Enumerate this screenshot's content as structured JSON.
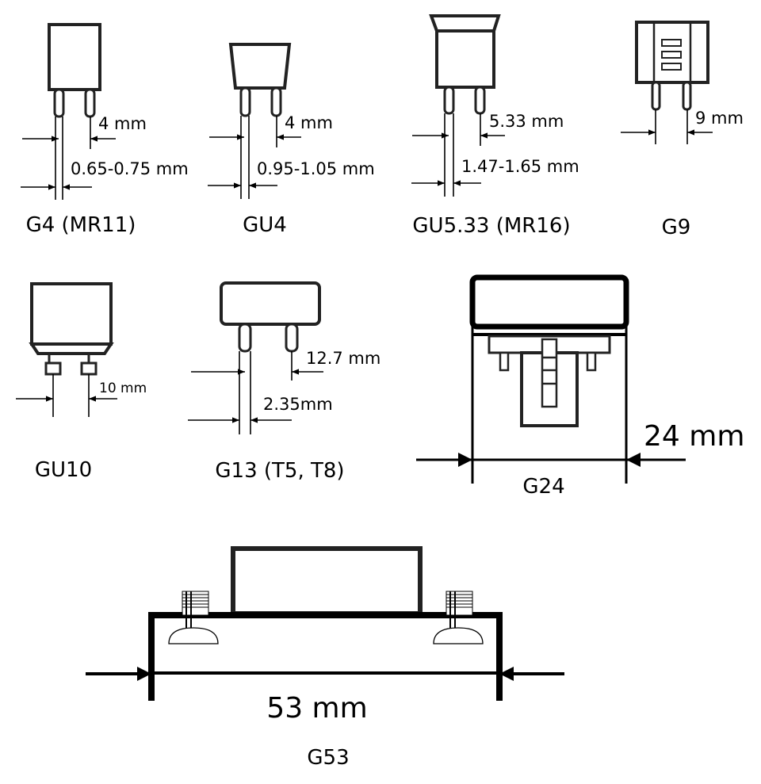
{
  "sockets": {
    "g4": {
      "name": "G4 (MR11)",
      "spacing": "4 mm",
      "pin_diameter": "0.65-0.75 mm"
    },
    "gu4": {
      "name": "GU4",
      "spacing": "4 mm",
      "pin_diameter": "0.95-1.05 mm"
    },
    "gu533": {
      "name": "GU5.33 (MR16)",
      "spacing": "5.33 mm",
      "pin_diameter": "1.47-1.65 mm"
    },
    "g9": {
      "name": "G9",
      "spacing": "9 mm"
    },
    "gu10": {
      "name": "GU10",
      "spacing": "10 mm"
    },
    "g13": {
      "name": "G13 (T5, T8)",
      "spacing": "12.7 mm",
      "pin_diameter": "2.35mm"
    },
    "g24": {
      "name": "G24",
      "spacing": "24 mm"
    },
    "g53": {
      "name": "G53",
      "spacing": "53 mm"
    }
  }
}
